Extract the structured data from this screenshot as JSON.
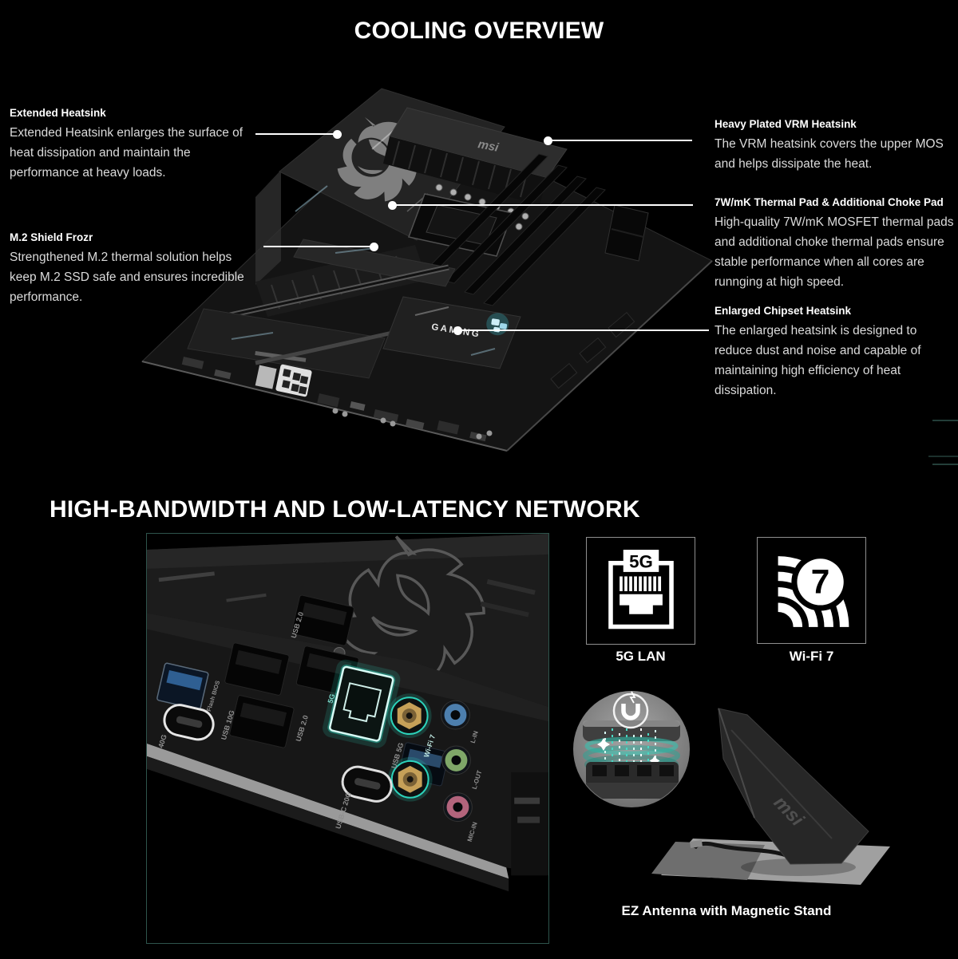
{
  "cooling": {
    "title": "COOLING OVERVIEW",
    "callouts": {
      "extended_heatsink": {
        "title": "Extended Heatsink",
        "body": "Extended Heatsink enlarges the surface of heat dissipation and maintain the performance at heavy loads."
      },
      "m2_shield_frozr": {
        "title": "M.2 Shield Frozr",
        "body": "Strengthened M.2 thermal solution helps keep M.2 SSD safe and ensures incredible performance."
      },
      "vrm_heatsink": {
        "title": "Heavy Plated VRM Heatsink",
        "body": "The VRM heatsink covers the upper MOS and helps dissipate the heat."
      },
      "thermal_pad": {
        "title": "7W/mK Thermal Pad & Additional Choke Pad",
        "body": "High-quality 7W/mK MOSFET thermal pads and additional choke thermal pads ensure stable performance when all cores are runnging at high speed."
      },
      "chipset_heatsink": {
        "title": "Enlarged Chipset Heatsink",
        "body": "The enlarged heatsink is designed to reduce dust and noise and capable of maintaining high efficiency of heat dissipation."
      }
    },
    "board_markings": {
      "msi_logo": "msi",
      "gaming_label": "GAMING"
    }
  },
  "network": {
    "title": "HIGH-BANDWIDTH AND LOW-LATENCY NETWORK",
    "features": [
      {
        "label": "5G LAN",
        "badge": "5G",
        "icon": "lan-port-icon"
      },
      {
        "label": "Wi-Fi 7",
        "badge": "7",
        "icon": "wifi-icon"
      }
    ],
    "antenna_caption": "EZ Antenna with Magnetic Stand",
    "io_port_labels": {
      "usb2_top": "USB 2.0",
      "usb2_mid": "USB 2.0",
      "usb10g": "USB 10G",
      "usb40g": "40G",
      "flash_bios": "Flash BIOS",
      "lan5g": "5G",
      "usb5g": "USB 5G",
      "usbc20g": "USB-C 20G",
      "wifi7": "Wi-Fi 7",
      "lin": "L-IN",
      "lout": "L-OUT",
      "micin": "MIC-IN"
    },
    "board_markings": {
      "msi_logo": "msi"
    }
  },
  "colors": {
    "background": "#000000",
    "accent_glow": "#2fe3c9",
    "text_primary": "#ffffff",
    "text_body": "#dbdbdb"
  }
}
